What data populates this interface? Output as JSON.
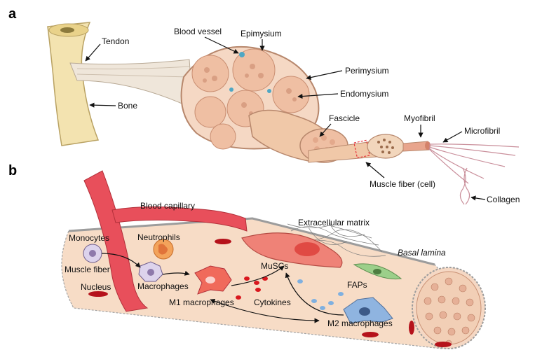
{
  "panels": {
    "a": "a",
    "b": "b"
  },
  "panel_a": {
    "tendon": "Tendon",
    "bone": "Bone",
    "blood_vessel": "Blood vessel",
    "epimysium": "Epimysium",
    "perimysium": "Perimysium",
    "endomysium": "Endomysium",
    "fascicle": "Fascicle",
    "myofibril": "Myofibril",
    "microfibril": "Microfibril",
    "muscle_fiber": "Muscle fiber (cell)",
    "collagen": "Collagen"
  },
  "panel_b": {
    "blood_capillary": "Blood capillary",
    "extracellular_matrix": "Extracellular matrix",
    "basal_lamina": "Basal lamina",
    "monocytes": "Monocytes",
    "neutrophils": "Neutrophils",
    "muscle_fiber": "Muscle fiber",
    "macrophages": "Macrophages",
    "nucleus": "Nucleus",
    "muscs": "MuSCs",
    "faps": "FAPs",
    "m1": "M1 macrophages",
    "cytokines": "Cytokines",
    "m2": "M2 macrophages"
  },
  "colors": {
    "muscle": "#f5d8c4",
    "muscle_dark": "#e8b99a",
    "vessel": "#e84f5b",
    "nucleus": "#b5121b",
    "bone": "#f3e3b0",
    "m2": "#8fb4e0",
    "faps": "#9ccf8a"
  }
}
